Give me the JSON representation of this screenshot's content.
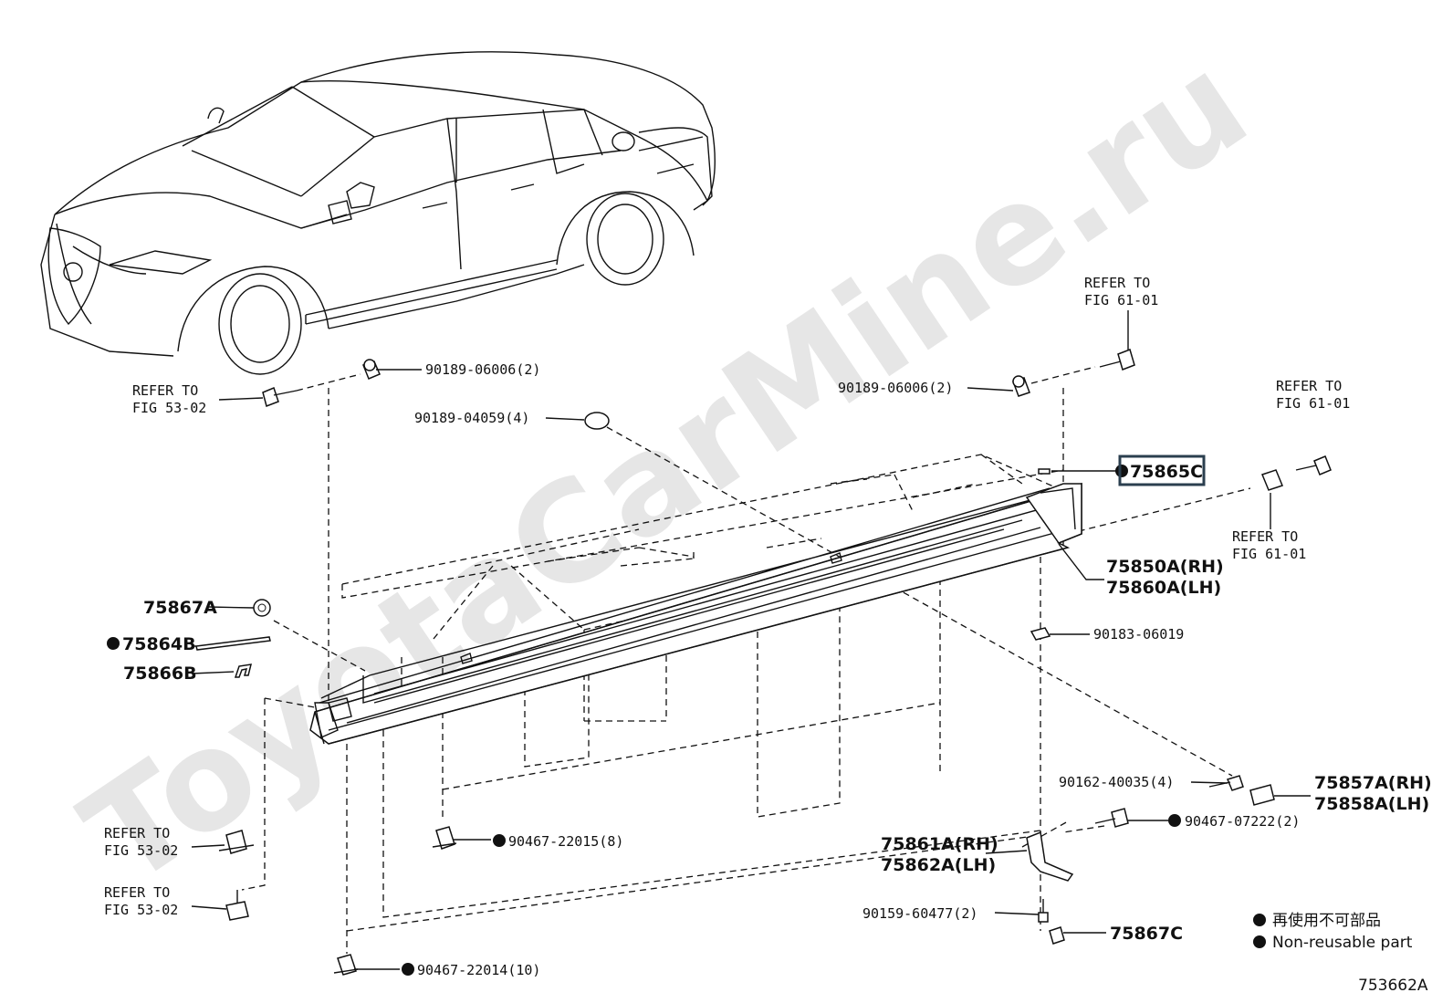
{
  "watermark": "ToyotaCarMine.ru",
  "diagram_code": "753662A",
  "legend": {
    "line1": "再使用不可部品",
    "line2": "Non-reusable part"
  },
  "labels": {
    "refer_53_02_top_a": "REFER TO",
    "refer_53_02_top_b": "FIG 53-02",
    "p90189_06006_left": "90189-06006(2)",
    "p90189_04059": "90189-04059(4)",
    "refer_61_01_top_a": "REFER TO",
    "refer_61_01_top_b": "FIG 61-01",
    "p90189_06006_right": "90189-06006(2)",
    "p75865c": "75865C",
    "refer_61_01_right_a": "REFER TO",
    "refer_61_01_right_b": "FIG 61-01",
    "refer_61_01_mid_a": "REFER TO",
    "refer_61_01_mid_b": "FIG 61-01",
    "p75850a": "75850A(RH)",
    "p75860a": "75860A(LH)",
    "p75867a": "75867A",
    "p75864b": "75864B",
    "p75866b": "75866B",
    "p90183_06019": "90183-06019",
    "p90162_40035": "90162-40035(4)",
    "p75857a": "75857A(RH)",
    "p75858a": "75858A(LH)",
    "p90467_07222": "90467-07222(2)",
    "p75861a": "75861A(RH)",
    "p75862a": "75862A(LH)",
    "p90159_60477": "90159-60477(2)",
    "p75867c": "75867C",
    "p90467_22015": "90467-22015(8)",
    "p90467_22014": "90467-22014(10)",
    "refer_53_02_bl1_a": "REFER TO",
    "refer_53_02_bl1_b": "FIG 53-02",
    "refer_53_02_bl2_a": "REFER TO",
    "refer_53_02_bl2_b": "FIG 53-02"
  },
  "colors": {
    "line": "#111111",
    "highlight_box": "#2b3f4f",
    "watermark": "#e6e6e6"
  },
  "icons": {
    "non_reusable": "filled-circle"
  }
}
